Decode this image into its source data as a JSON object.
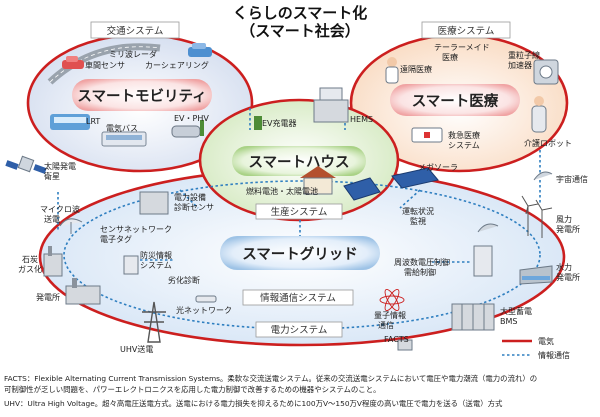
{
  "title": {
    "line1": "くらしのスマート化",
    "line2": "（スマート社会）"
  },
  "systems": {
    "transport": "交通システム",
    "medical": "医療システム",
    "production": "生産システム",
    "ict": "情報通信システム",
    "power": "電力システム"
  },
  "clusters": {
    "mobility": "スマートモビリティ",
    "medical": "スマート医療",
    "house": "スマートハウス",
    "grid": "スマートグリッド"
  },
  "labels": {
    "millimeter_radar": "ミリ波レーダ",
    "vehicle_sensor": "車間センサ",
    "car_sharing": "カーシェアリング",
    "lrt": "LRT",
    "ev_bus": "電気バス",
    "ev_phv": "EV・PHV",
    "telemade_1": "テーラーメイド",
    "telemade_2": "医療",
    "remote_care": "遠隔医療",
    "heavy_ion_1": "重粒子線",
    "heavy_ion_2": "加速器",
    "emergency_1": "救急医療",
    "emergency_2": "システム",
    "care_robot": "介護ロボット",
    "ev_charger": "EV充電器",
    "hems": "HEMS",
    "fuel_cell": "燃料電池・太陽電池",
    "mega_solar": "メガソーラ",
    "space_solar_1": "太陽発電",
    "space_solar_2": "衛星",
    "space_weather": "宇宙通信",
    "microwave_1": "マイクロ波",
    "microwave_2": "送電",
    "equip_diag_1": "電力設備",
    "equip_diag_2": "診断センサ",
    "sensor_net_1": "センサネットワーク",
    "sensor_net_2": "電子タグ",
    "security_1": "防災情報",
    "security_2": "システム",
    "deterioration": "劣化診断",
    "optical_net": "光ネットワーク",
    "coal_gas_1": "石炭",
    "coal_gas_2": "ガス化",
    "power_plant": "発電所",
    "uhv": "UHV送電",
    "operation_1": "運転状況",
    "operation_2": "監視",
    "freq_1": "周波数電圧制御",
    "freq_2": "需給制御",
    "wind_1": "風力",
    "wind_2": "発電所",
    "hydro_1": "水力",
    "hydro_2": "発電所",
    "quantum_1": "量子情報",
    "quantum_2": "通信",
    "storage_1": "大型蓄電",
    "storage_2": "BMS",
    "facts": "FACTS"
  },
  "legend": {
    "electricity": "電気",
    "communication": "情報通信"
  },
  "footnotes": [
    "FACTS：Flexible Alternating Current Transmission Systems。柔軟な交流送電システム。従来の交流送電システムにおいて電圧や電力潮流（電力の流れ）の",
    "可制御性が乏しい問題を、パワーエレクトロニクスを応用した電力制御で改善するための機器やシステムのこと。",
    "UHV：Ultra High Voltage。超々高電圧送電方式。送電における電力損失を抑えるために100万V～150万V程度の高い電圧で電力を送る（送電）方式"
  ],
  "colors": {
    "power_line": "#cc1f1f",
    "comm_line": "#2f7fc0",
    "mobility_fill": "#dce6f4",
    "medical_fill": "#fbe3cf",
    "house_fill": "#dff0cf",
    "grid_fill": "#d9e7f6"
  }
}
